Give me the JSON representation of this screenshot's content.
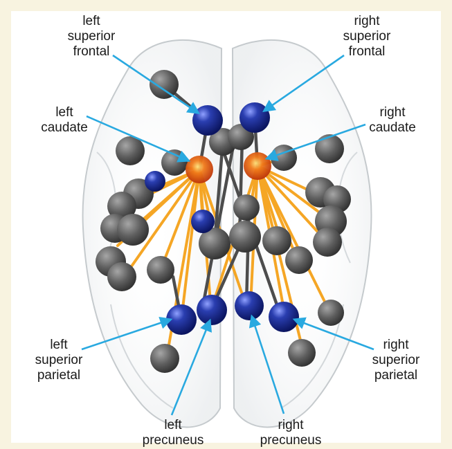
{
  "colors": {
    "background": "#f8f3e0",
    "panel": "#ffffff",
    "arrow": "#29a9e0",
    "node_gray": "#5a5a5a",
    "node_blue": "#1a2a8a",
    "node_orange": "#e05010",
    "edge_orange": "#f5a21a",
    "edge_gray": "#505050",
    "brain_outline": "#c9ced2"
  },
  "labels": {
    "left_superior_frontal": "left\nsuperior\nfrontal",
    "right_superior_frontal": "right\nsuperior\nfrontal",
    "left_caudate": "left\ncaudate",
    "right_caudate": "right\ncaudate",
    "left_superior_parietal": "left\nsuperior\nparietal",
    "right_superior_parietal": "right\nsuperior\nparietal",
    "left_precuneus": "left\nprecuneus",
    "right_precuneus": "right\nprecuneus"
  },
  "node_types": {
    "highlight_seed": "caudate (orange)",
    "highlight_target": "superior frontal / superior parietal / precuneus (blue)",
    "other": "other regions (gray)"
  }
}
